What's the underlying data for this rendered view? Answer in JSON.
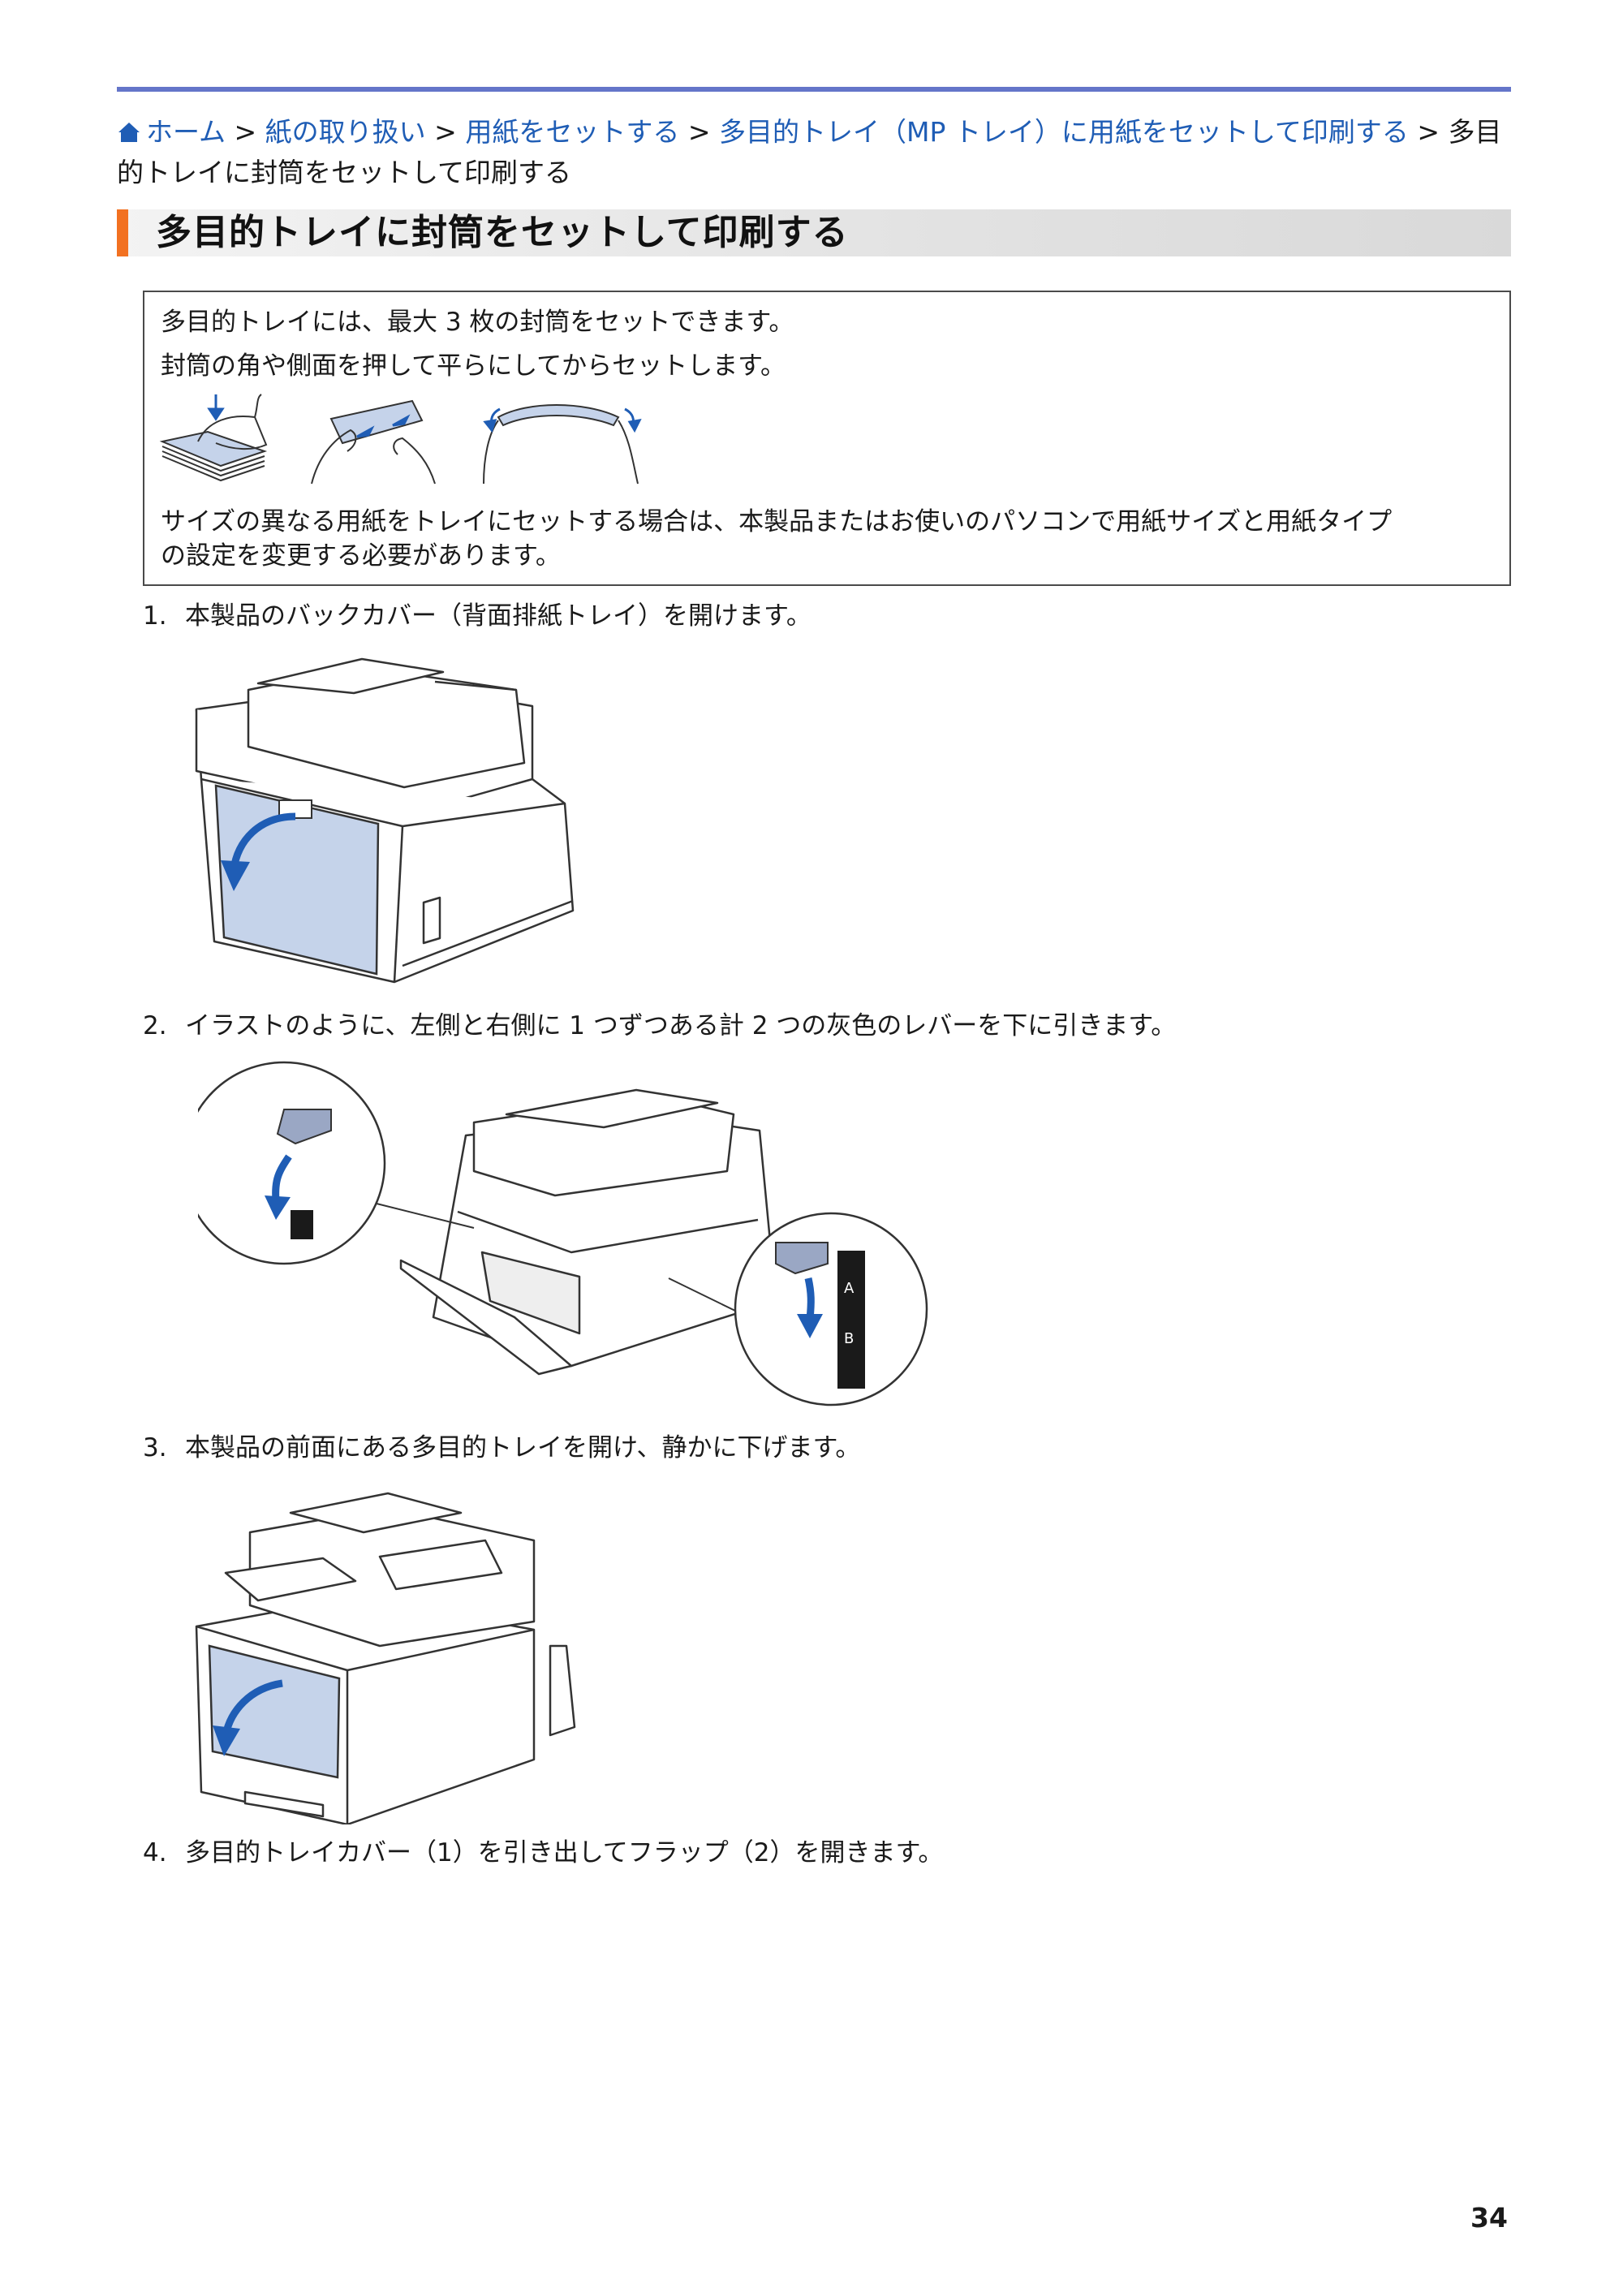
{
  "breadcrumb": {
    "home": "ホーム",
    "sep": ">",
    "item1": "紙の取り扱い",
    "item2": "用紙をセットする",
    "item3": "多目的トレイ（MP トレイ）に用紙をセットして印刷する",
    "current": "多目的トレイに封筒をセットして印刷する"
  },
  "title": "多目的トレイに封筒をセットして印刷する",
  "note": {
    "line1": "多目的トレイには、最大 3 枚の封筒をセットできます。",
    "line2": "封筒の角や側面を押して平らにしてからセットします。",
    "line3": "サイズの異なる用紙をトレイにセットする場合は、本製品またはお使いのパソコンで用紙サイズと用紙タイプ",
    "line4": "の設定を変更する必要があります。"
  },
  "steps": [
    {
      "num": "1.",
      "text": "本製品のバックカバー（背面排紙トレイ）を開けます。"
    },
    {
      "num": "2.",
      "text": "イラストのように、左側と右側に 1 つずつある計 2 つの灰色のレバーを下に引きます。"
    },
    {
      "num": "3.",
      "text": "本製品の前面にある多目的トレイを開け、静かに下げます。"
    },
    {
      "num": "4.",
      "text": "多目的トレイカバー（1）を引き出してフラップ（2）を開きます。"
    }
  ],
  "lever_labels": {
    "a": "A",
    "b": "B"
  },
  "page_number": "34",
  "colors": {
    "link": "#1f5db5",
    "accent": "#f27121",
    "rule": "#6475c9",
    "highlight": "#c5d3ea",
    "arrow": "#1f5db5"
  }
}
